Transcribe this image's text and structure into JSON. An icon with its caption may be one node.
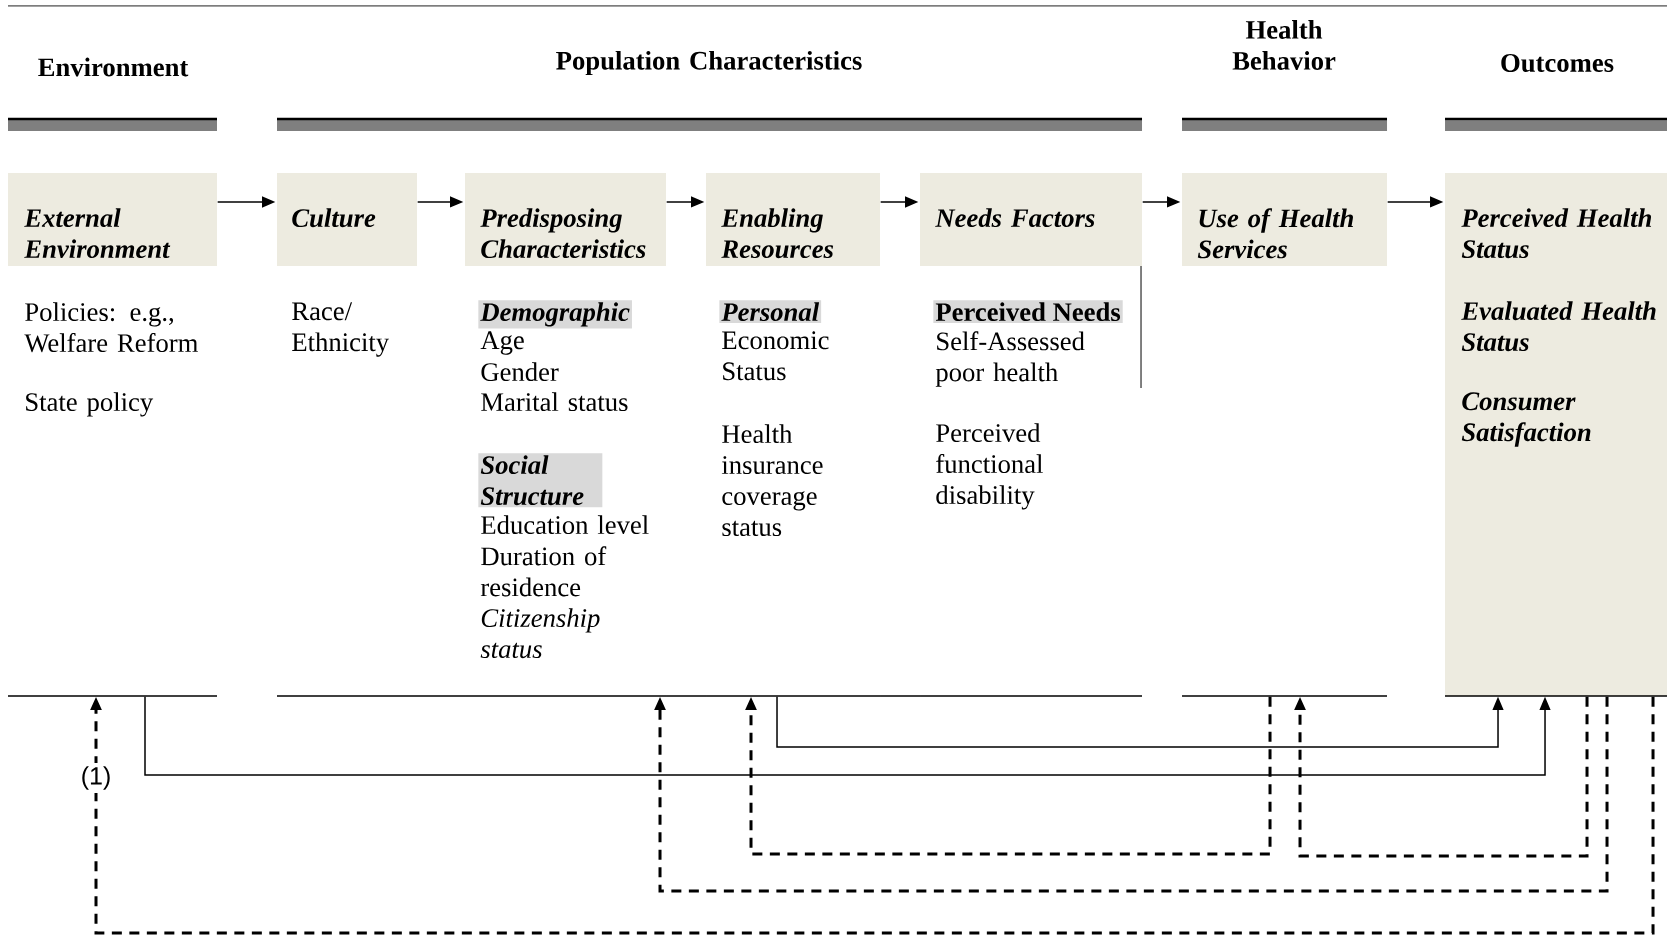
{
  "diagram": {
    "nodes": [
      {
        "text": [
          "External Environment",
          "Policies: e.g., Welfare Reform",
          "State policy"
        ]
      },
      {
        "text": [
          "Culture",
          "Race/ Ethnicity"
        ]
      },
      {
        "text": [
          "Predisposing Characteristics",
          "Demographic",
          "Age",
          "Gender",
          "Marital status",
          "Social Structure",
          "Education level",
          "Duration of residence",
          "Citizenship status"
        ]
      },
      {
        "text": [
          "Enabling Resources",
          "Personal",
          "Economic Status",
          "Health insurance coverage status"
        ]
      },
      {
        "text": [
          "Needs Factors",
          "Perceived Needs",
          "Self-Assessed poor health",
          "Perceived functional disability"
        ]
      },
      {
        "text": [
          "Use of Health Services"
        ]
      },
      {
        "text": [
          "Perceived Health Status",
          "Evaluated Health Status",
          "Consumer Satisfaction"
        ]
      }
    ],
    "edges": [
      {
        "from": 0,
        "to": 1,
        "arrow": "to"
      },
      {
        "from": 1,
        "to": 2,
        "arrow": "to"
      },
      {
        "from": 2,
        "to": 3,
        "arrow": "to"
      },
      {
        "from": 3,
        "to": 4,
        "arrow": "to"
      },
      {
        "from": 4,
        "to": 5,
        "arrow": "to"
      },
      {
        "from": 5,
        "to": 6,
        "arrow": "to"
      },
      {
        "from": 0,
        "to": 6,
        "arrow": "to"
      },
      {
        "from": 3,
        "to": 6,
        "arrow": "to"
      },
      {
        "from": 5,
        "to": 3,
        "arrow": "to",
        "style": "dashed"
      },
      {
        "from": 6,
        "to": 5,
        "arrow": "to",
        "style": "dashed"
      },
      {
        "from": 6,
        "to": 2,
        "arrow": "to",
        "style": "dashed"
      },
      {
        "from": 6,
        "to": 0,
        "arrow": "to",
        "style": "dashed",
        "label": "(1)"
      }
    ],
    "labels": [
      "Environment",
      "Population Characteristics",
      "Health Behavior",
      "Outcomes"
    ]
  }
}
